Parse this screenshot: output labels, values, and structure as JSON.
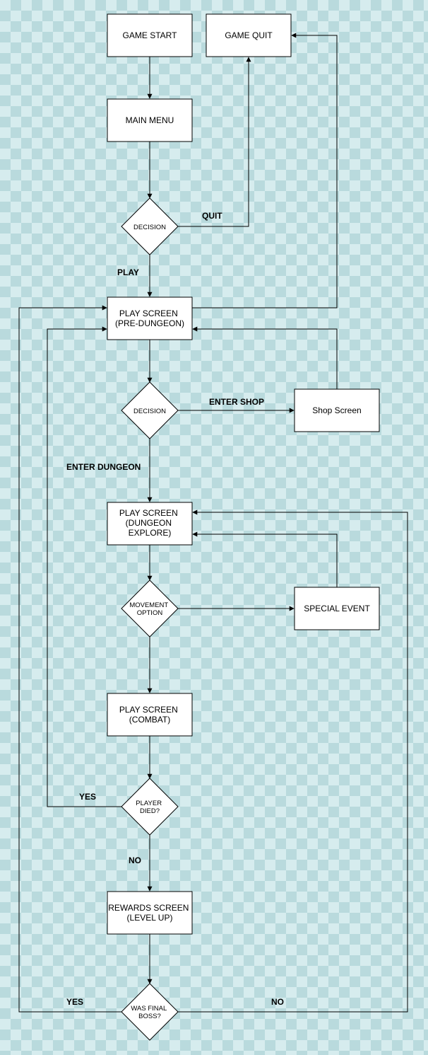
{
  "nodes": {
    "game_start": "GAME START",
    "game_quit": "GAME QUIT",
    "main_menu": "MAIN MENU",
    "decision_menu": "DECISION",
    "play_pre_dungeon": [
      "PLAY SCREEN",
      "(PRE-DUNGEON)"
    ],
    "decision_shop": "DECISION",
    "shop_screen": "Shop Screen",
    "play_dungeon_explore": [
      "PLAY SCREEN",
      "(DUNGEON",
      "EXPLORE)"
    ],
    "movement_option": [
      "MOVEMENT",
      "OPTION"
    ],
    "special_event": "SPECIAL EVENT",
    "play_combat": [
      "PLAY SCREEN",
      "(COMBAT)"
    ],
    "player_died": [
      "PLAYER",
      "DIED?"
    ],
    "rewards_screen": [
      "REWARDS SCREEN",
      "(LEVEL UP)"
    ],
    "was_final_boss": [
      "WAS FINAL",
      "BOSS?"
    ]
  },
  "edge_labels": {
    "quit": "QUIT",
    "play": "PLAY",
    "enter_shop": "ENTER SHOP",
    "enter_dungeon": "ENTER DUNGEON",
    "died_yes": "YES",
    "died_no": "NO",
    "boss_yes": "YES",
    "boss_no": "NO"
  }
}
